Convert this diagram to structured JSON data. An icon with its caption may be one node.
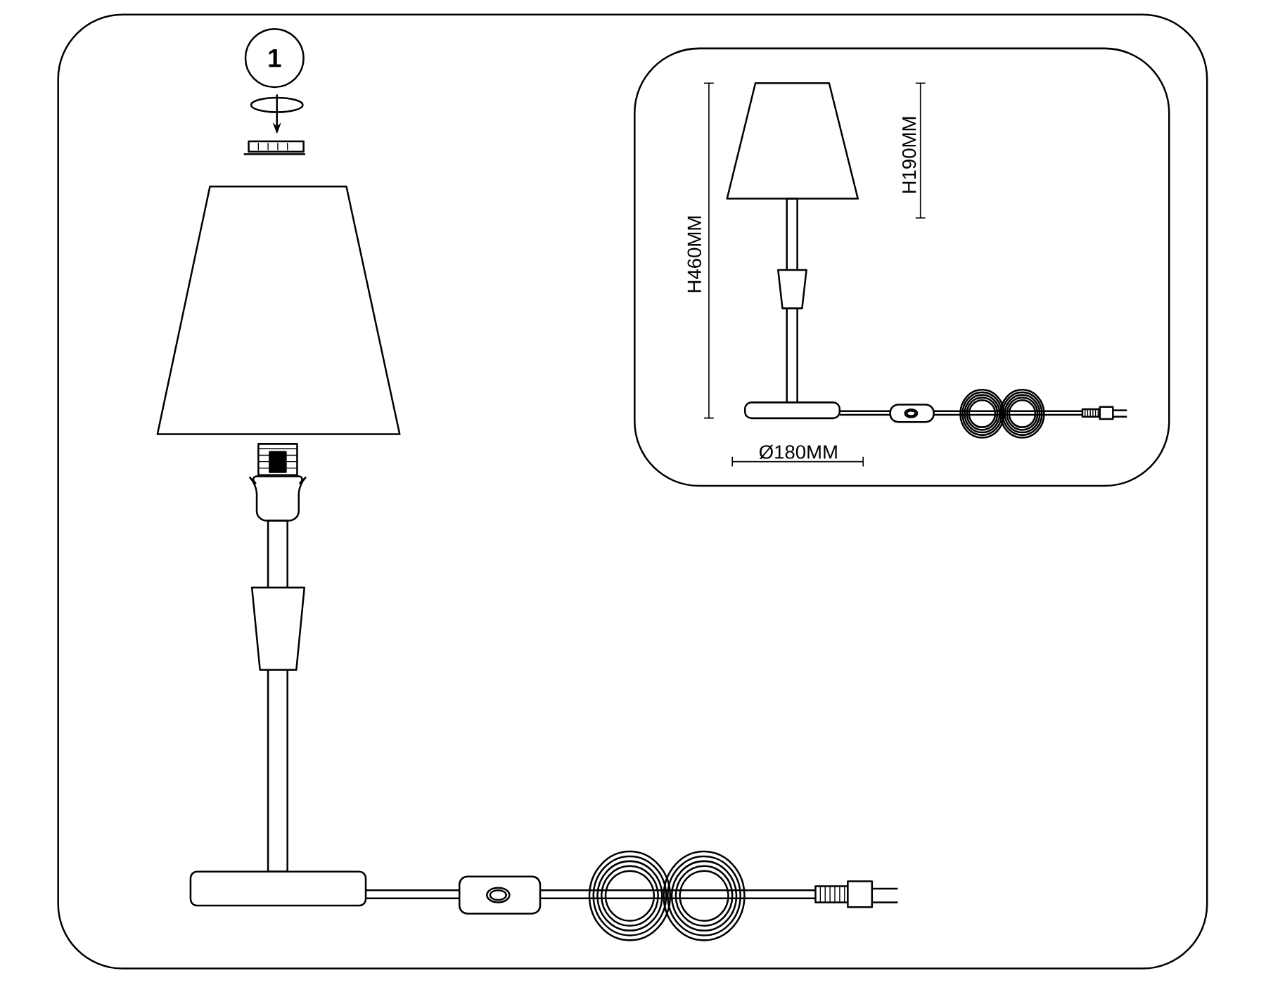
{
  "diagram": {
    "labels": [
      "1",
      "H460MM",
      "H190MM",
      "Ø180MM"
    ]
  }
}
